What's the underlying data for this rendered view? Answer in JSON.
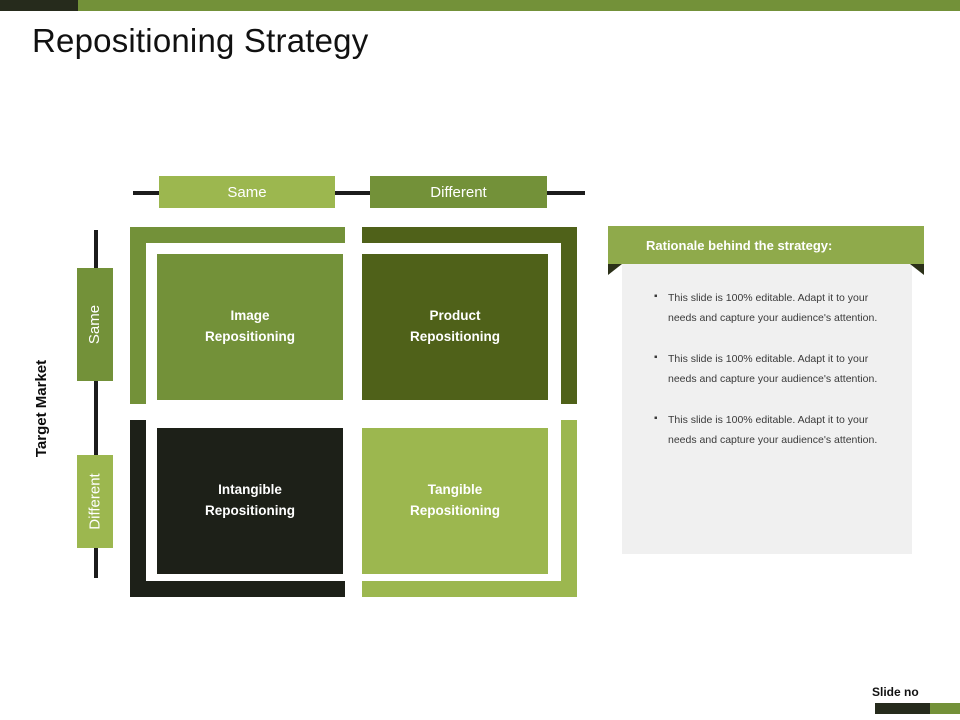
{
  "slide": {
    "title": "Repositioning Strategy",
    "footer_label": "Slide no"
  },
  "colors": {
    "accent_green": "#739139",
    "light_green": "#9cb74f",
    "dark_olive": "#4f6119",
    "near_black": "#1d2018",
    "banner_green": "#8faa4b",
    "panel_gray": "#f0f0f0",
    "bar_dark": "#262b1c"
  },
  "matrix": {
    "axis_title": "Target Market",
    "column_headers": [
      {
        "label": "Same",
        "color": "#9cb74f"
      },
      {
        "label": "Different",
        "color": "#739139"
      }
    ],
    "row_headers": [
      {
        "label": "Same",
        "color": "#739139"
      },
      {
        "label": "Different",
        "color": "#9cb74f"
      }
    ],
    "quadrants": [
      {
        "label": "Image\nRepositioning",
        "line1": "Image",
        "line2": "Repositioning",
        "color": "#739139",
        "frame_color": "#739139"
      },
      {
        "label": "Product\nRepositioning",
        "line1": "Product",
        "line2": "Repositioning",
        "color": "#4f6119",
        "frame_color": "#4f6119"
      },
      {
        "label": "Intangible\nRepositioning",
        "line1": "Intangible",
        "line2": "Repositioning",
        "color": "#1d2018",
        "frame_color": "#1d2018"
      },
      {
        "label": "Tangible\nRepositioning",
        "line1": "Tangible",
        "line2": "Repositioning",
        "color": "#9cb74f",
        "frame_color": "#9cb74f"
      }
    ]
  },
  "rationale": {
    "heading": "Rationale behind the strategy:",
    "bullets": [
      "This slide is 100% editable.  Adapt it to your needs and capture your audience's attention.",
      "This slide is 100% editable.  Adapt it to your needs and capture your audience's attention.",
      "This slide is 100% editable.  Adapt it to your needs and capture your audience's attention."
    ]
  }
}
